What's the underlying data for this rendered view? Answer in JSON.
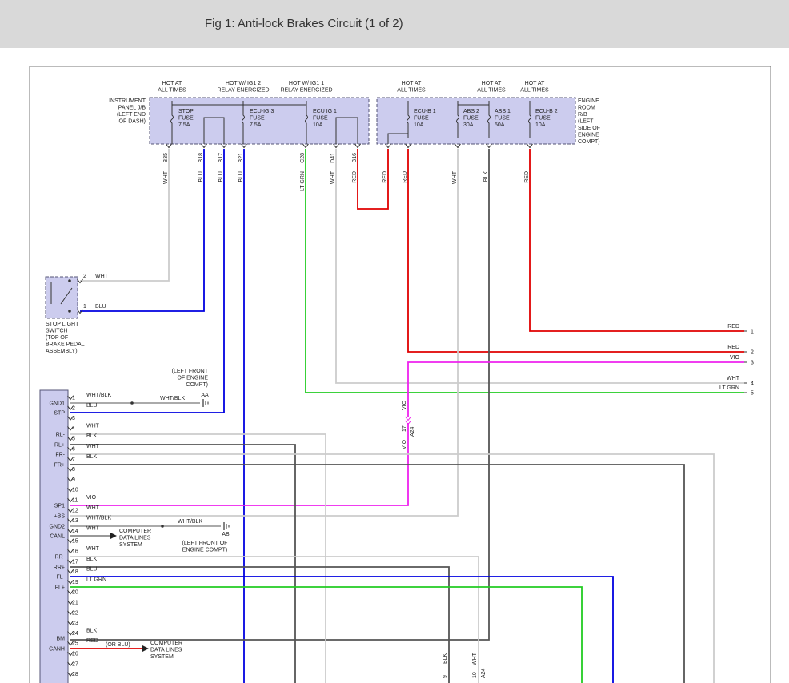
{
  "figure": {
    "title": "Fig 1: Anti-lock Brakes Circuit (1 of 2)"
  },
  "colors": {
    "red": "#e00000",
    "blue": "#0000e0",
    "green": "#22cc22",
    "violet": "#ee22ee",
    "white_wire": "#cccccc",
    "black_wire": "#555555",
    "box_fill": "#ccccee",
    "box_border": "#555577"
  },
  "panel_jb": {
    "label": [
      "INSTRUMENT",
      "PANEL J/B",
      "(LEFT END",
      "OF DASH)"
    ],
    "groups": [
      {
        "lines": [
          "HOT AT",
          "ALL TIMES"
        ]
      },
      {
        "lines": [
          "HOT W/ IG1 2",
          "RELAY ENERGIZED"
        ]
      },
      {
        "lines": [
          "HOT W/ IG1 1",
          "RELAY ENERGIZED"
        ]
      }
    ],
    "fuses": [
      {
        "lines": [
          "STOP",
          "FUSE",
          "7.5A"
        ]
      },
      {
        "lines": [
          "ECU-IG 3",
          "FUSE",
          "7.5A"
        ]
      },
      {
        "lines": [
          "ECU IG 1",
          "FUSE",
          "10A"
        ]
      }
    ],
    "terminals": [
      "B35",
      "B18",
      "B17",
      "B21",
      "C28",
      "D41",
      "B16"
    ]
  },
  "engine_rb": {
    "label": [
      "ENGINE",
      "ROOM",
      "R/B",
      "(LEFT",
      "SIDE OF",
      "ENGINE",
      "COMPT)"
    ],
    "groups": [
      {
        "lines": [
          "HOT AT",
          "ALL TIMES"
        ]
      },
      {
        "lines": [
          "HOT AT",
          "ALL TIMES"
        ]
      },
      {
        "lines": [
          "HOT AT",
          "ALL TIMES"
        ]
      }
    ],
    "fuses": [
      {
        "lines": [
          "ECU-B 1",
          "FUSE",
          "10A"
        ]
      },
      {
        "lines": [
          "ABS 2",
          "FUSE",
          "30A"
        ]
      },
      {
        "lines": [
          "ABS 1",
          "FUSE",
          "50A"
        ]
      },
      {
        "lines": [
          "ECU-B 2",
          "FUSE",
          "10A"
        ]
      }
    ]
  },
  "wire_labels_top": [
    "WHT",
    "BLU",
    "BLU",
    "BLU",
    "LT GRN",
    "WHT",
    "RED",
    "RED",
    "RED",
    "WHT",
    "BLK",
    "RED"
  ],
  "stop_light_switch": {
    "label": [
      "STOP LIGHT",
      "SWITCH",
      "(TOP OF",
      "BRAKE PEDAL",
      "ASSEMBLY)"
    ],
    "pins": [
      {
        "num": "2",
        "color": "WHT"
      },
      {
        "num": "1",
        "color": "BLU"
      }
    ]
  },
  "ground_aa": {
    "label": [
      "(LEFT FRONT",
      "OF ENGINE",
      "COMPT)"
    ],
    "id": "AA",
    "wire": "WHT/BLK"
  },
  "ground_ab": {
    "label": [
      "(LEFT FRONT OF",
      "ENGINE COMPT)"
    ],
    "id": "AB",
    "wire": "WHT/BLK"
  },
  "computer_data_lines": [
    "COMPUTER",
    "DATA LINES",
    "SYSTEM"
  ],
  "or_blu": "(OR BLU)",
  "connector_a24": {
    "label_top": "VIO",
    "pin": "17",
    "label_bottom": "VIO",
    "conn": "A24"
  },
  "connector_a24_lower": {
    "pin_left": "9",
    "color_left": "BLK",
    "pin_right": "10",
    "color_right": "WHT",
    "conn": "A24"
  },
  "right_pins": [
    {
      "num": "1",
      "color": "RED"
    },
    {
      "num": "2",
      "color": "RED"
    },
    {
      "num": "3",
      "color": "VIO"
    },
    {
      "num": "4",
      "color": "WHT"
    },
    {
      "num": "5",
      "color": "LT GRN"
    }
  ],
  "ecu": {
    "signals": [
      "GND1",
      "STP",
      "RL-",
      "RL+",
      "FR-",
      "FR+",
      "SP1",
      "+BS",
      "GND2",
      "CANL",
      "RR-",
      "RR+",
      "FL-",
      "FL+",
      "BM",
      "CANH"
    ],
    "pins": [
      {
        "num": "1",
        "color": "WHT/BLK"
      },
      {
        "num": "2",
        "color": "BLU"
      },
      {
        "num": "3",
        "color": ""
      },
      {
        "num": "4",
        "color": "WHT"
      },
      {
        "num": "5",
        "color": "BLK"
      },
      {
        "num": "6",
        "color": "WHT"
      },
      {
        "num": "7",
        "color": "BLK"
      },
      {
        "num": "8",
        "color": ""
      },
      {
        "num": "9",
        "color": ""
      },
      {
        "num": "10",
        "color": ""
      },
      {
        "num": "11",
        "color": "VIO"
      },
      {
        "num": "12",
        "color": "WHT"
      },
      {
        "num": "13",
        "color": "WHT/BLK"
      },
      {
        "num": "14",
        "color": "WHT"
      },
      {
        "num": "15",
        "color": ""
      },
      {
        "num": "16",
        "color": "WHT"
      },
      {
        "num": "17",
        "color": "BLK"
      },
      {
        "num": "18",
        "color": "BLU"
      },
      {
        "num": "19",
        "color": "LT GRN"
      },
      {
        "num": "20",
        "color": ""
      },
      {
        "num": "21",
        "color": ""
      },
      {
        "num": "22",
        "color": ""
      },
      {
        "num": "23",
        "color": ""
      },
      {
        "num": "24",
        "color": "BLK"
      },
      {
        "num": "25",
        "color": "RED"
      },
      {
        "num": "26",
        "color": ""
      },
      {
        "num": "27",
        "color": ""
      },
      {
        "num": "28",
        "color": ""
      }
    ]
  }
}
